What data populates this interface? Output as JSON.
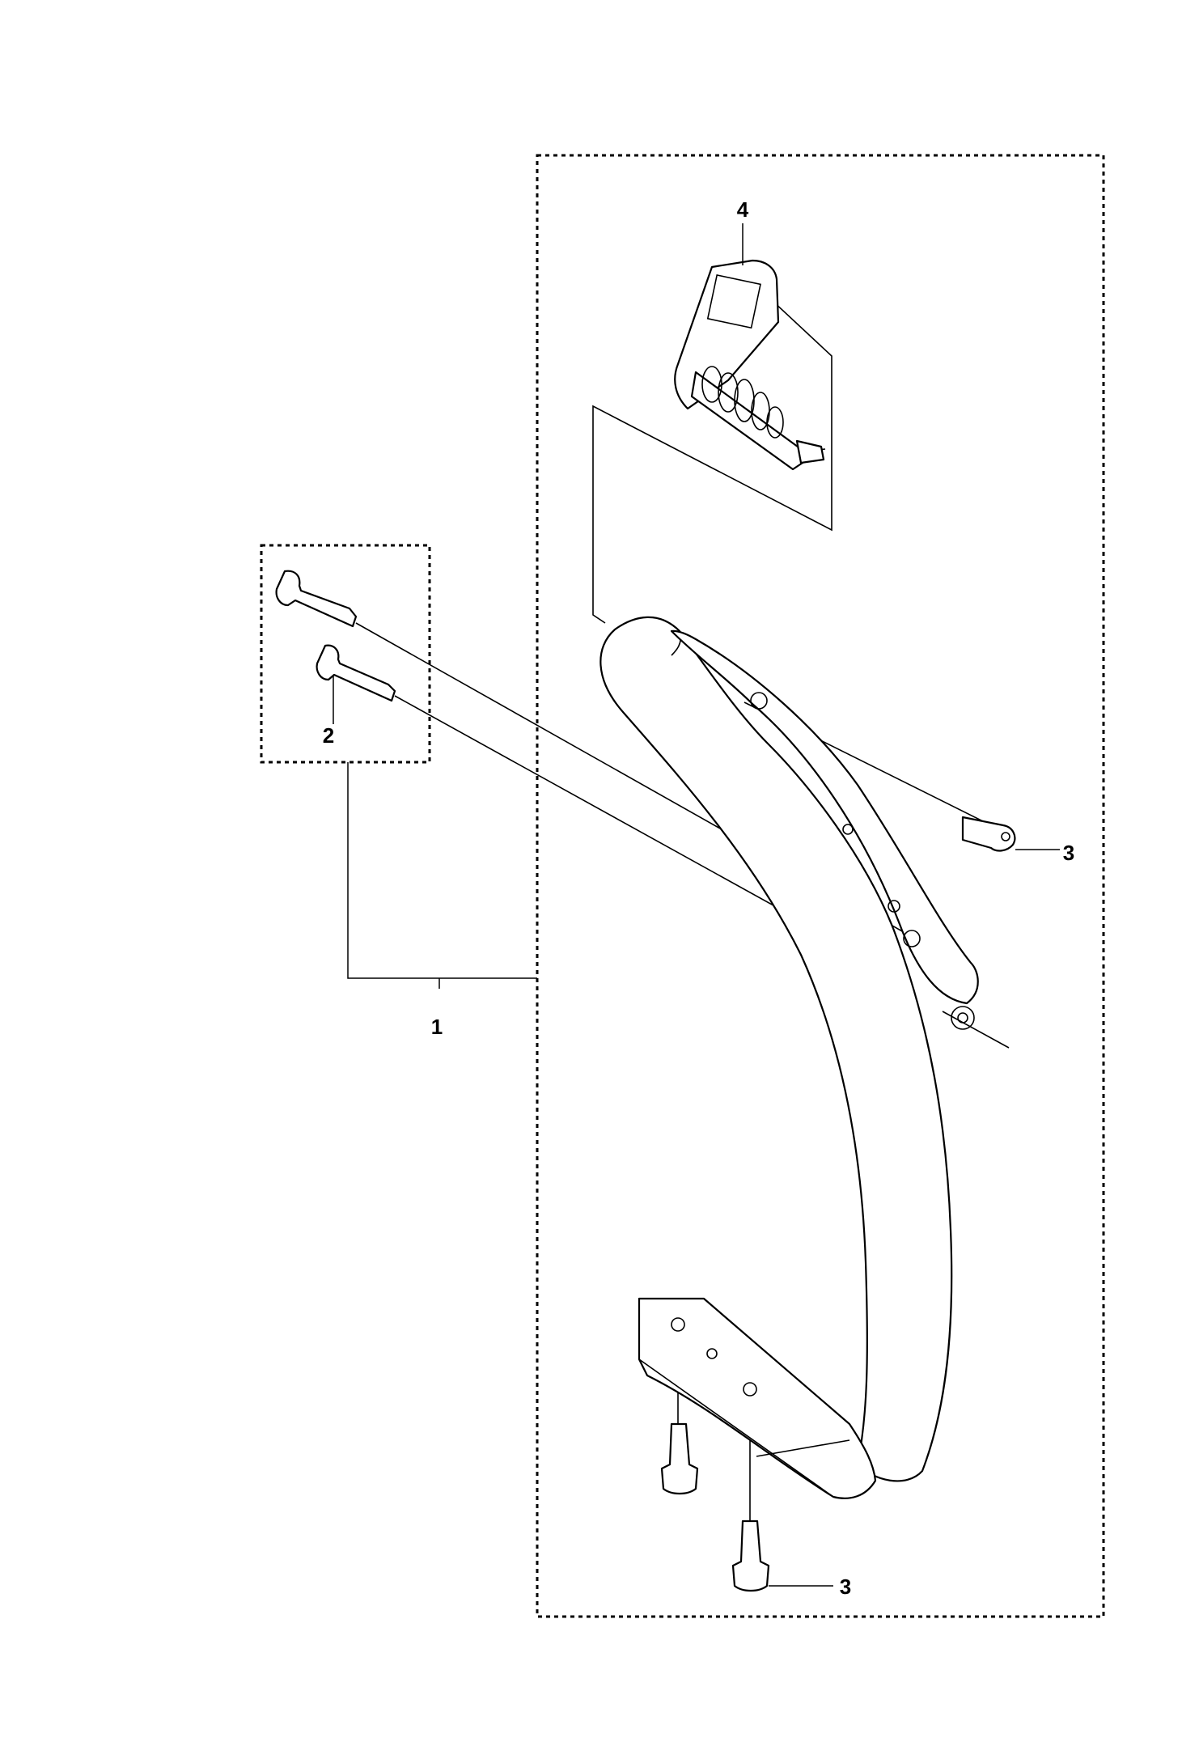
{
  "diagram": {
    "callouts": {
      "c1": "1",
      "c2": "2",
      "c3_top": "3",
      "c3_bottom": "3",
      "c4": "4"
    },
    "colors": {
      "line": "#000000",
      "background": "#ffffff"
    }
  }
}
